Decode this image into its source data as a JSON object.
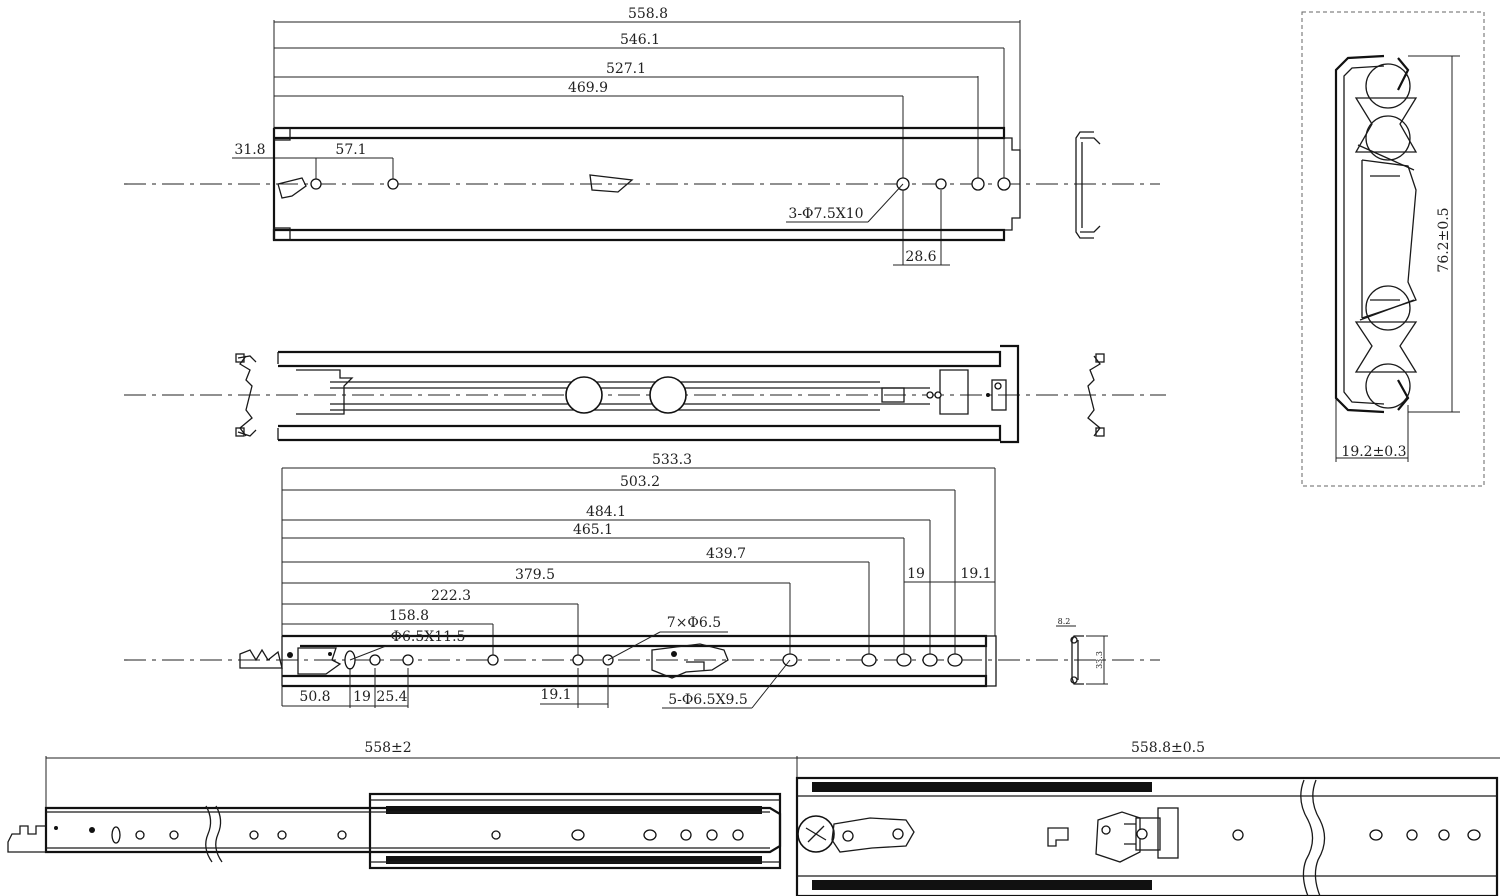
{
  "top_view": {
    "dims": [
      "558.8",
      "546.1",
      "527.1",
      "469.9",
      "31.8",
      "57.1",
      "28.6"
    ],
    "hole_callout": "3-Φ7.5X10"
  },
  "cross_section": {
    "height": "76.2±0.5",
    "width": "19.2±0.3"
  },
  "lower_view": {
    "dims": [
      "533.3",
      "503.2",
      "484.1",
      "465.1",
      "439.7",
      "379.5",
      "222.3",
      "158.8",
      "19",
      "19.1",
      "50.8",
      "19",
      "25.4",
      "19.1"
    ],
    "slot_callout": "Φ6.5X11.5",
    "hole_callout_a": "7×Φ6.5",
    "hole_callout_b": "5-Φ6.5X9.5",
    "profile_small_a": "8.2",
    "profile_small_b": "33.3"
  },
  "extended_view": {
    "dims": [
      "558±2",
      "558.8±0.5"
    ]
  }
}
